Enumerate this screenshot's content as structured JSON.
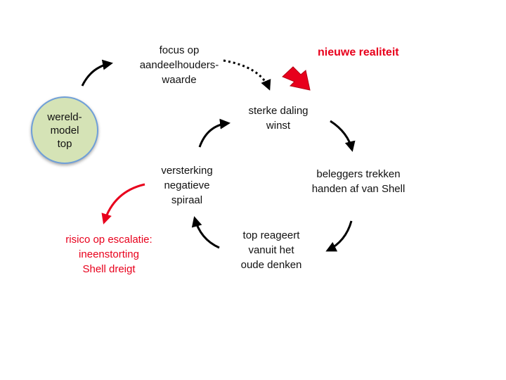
{
  "title": "nieuwe realiteit",
  "colors": {
    "accent_red": "#e8001c",
    "circle_fill": "#d5e3b6",
    "circle_border": "#6f9fd8",
    "arrow": "#000000"
  },
  "world_model": {
    "lines": [
      "wereld-",
      "model",
      "top"
    ]
  },
  "nodes": {
    "focus": {
      "lines": [
        "focus op",
        "aandeelhouders-",
        "waarde"
      ]
    },
    "decline": {
      "lines": [
        "sterke daling",
        "winst"
      ]
    },
    "investors": {
      "lines": [
        "beleggers trekken",
        "handen af van Shell"
      ]
    },
    "top_reacts": {
      "lines": [
        "top reageert",
        "vanuit het",
        "oude denken"
      ]
    },
    "spiral": {
      "lines": [
        "versterking",
        "negatieve",
        "spiraal"
      ]
    },
    "risk": {
      "lines": [
        "risico op escalatie:",
        "ineenstorting",
        "Shell dreigt"
      ]
    }
  },
  "icons": {
    "big_arrow": "red-block-arrow-icon"
  }
}
